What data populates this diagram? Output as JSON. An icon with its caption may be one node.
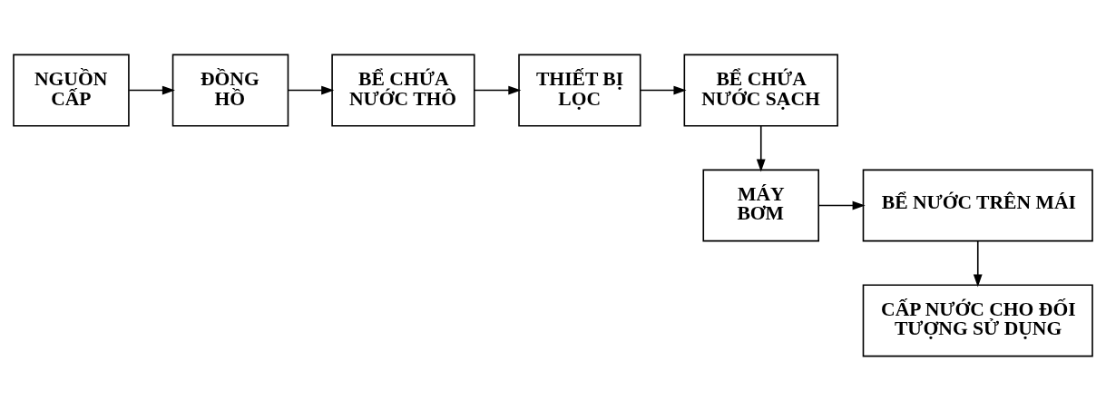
{
  "diagram": {
    "nodes": [
      {
        "text": [
          "NGUỒN CẤP"
        ]
      },
      {
        "text": [
          "ĐỒNG HỒ"
        ]
      },
      {
        "text": [
          "BỂ CHỨA NƯỚC THÔ"
        ]
      },
      {
        "text": [
          "THIẾT BỊ LỌC"
        ]
      },
      {
        "text": [
          "BỂ CHỨA NƯỚC SẠCH"
        ]
      },
      {
        "text": [
          "BỂ NƯỚC TRÊN MÁI"
        ]
      },
      {
        "text": [
          "MÁY BƠM"
        ]
      },
      {
        "text": [
          "CẤP NƯỚC CHO ĐỐI TƯỢNG SỬ DỤNG"
        ]
      }
    ],
    "edges": [
      {
        "from": 0,
        "to": 1,
        "arrow": "to"
      },
      {
        "from": 1,
        "to": 2,
        "arrow": "to"
      },
      {
        "from": 2,
        "to": 3,
        "arrow": "to"
      },
      {
        "from": 3,
        "to": 4,
        "arrow": "to"
      },
      {
        "from": 4,
        "to": 6,
        "arrow": "to"
      },
      {
        "from": 6,
        "to": 5,
        "arrow": "to"
      },
      {
        "from": 5,
        "to": 7,
        "arrow": "to"
      }
    ]
  }
}
